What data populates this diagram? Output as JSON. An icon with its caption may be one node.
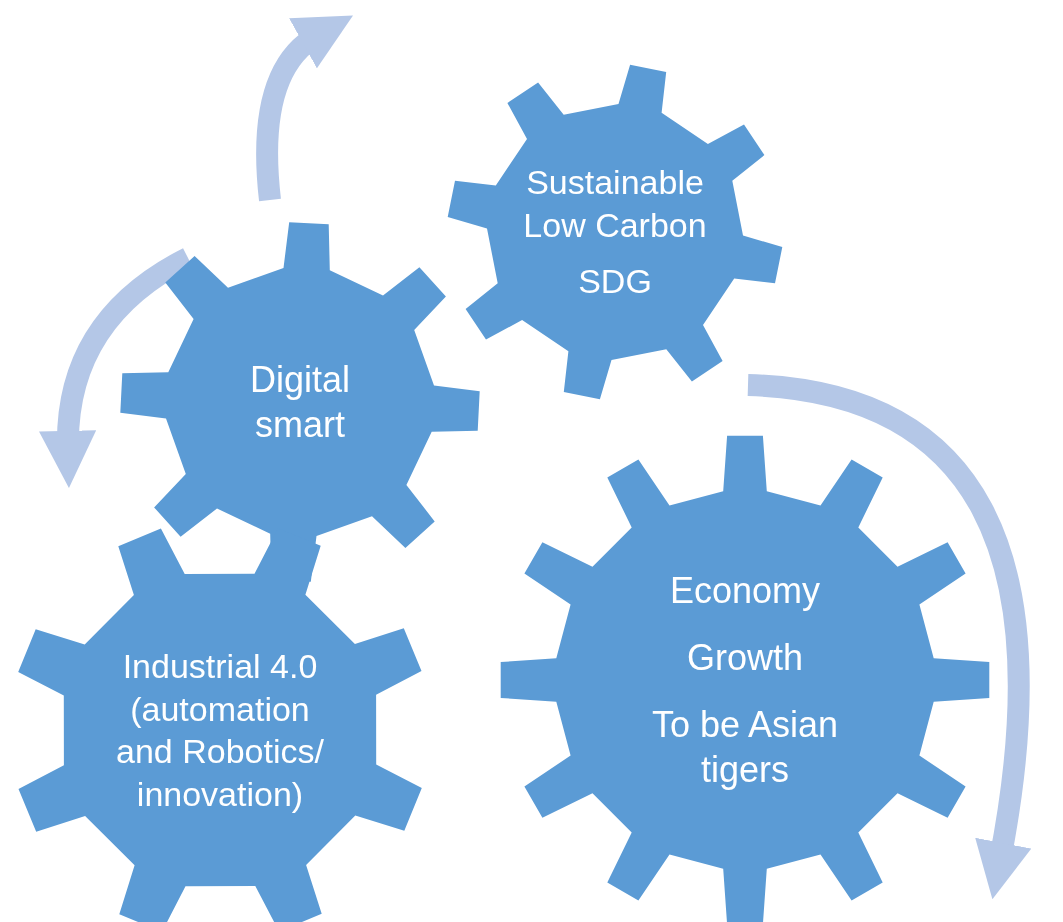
{
  "diagram": {
    "nodes": [
      {
        "text": [
          "Sustainable Low Carbon",
          "SDG"
        ]
      },
      {
        "text": [
          "Digital smart"
        ]
      },
      {
        "text": [
          "Industrial 4.0 (automation and Robotics/ innovation)"
        ]
      },
      {
        "text": [
          "Economy",
          "Growth",
          "To be Asian tigers"
        ]
      }
    ]
  }
}
